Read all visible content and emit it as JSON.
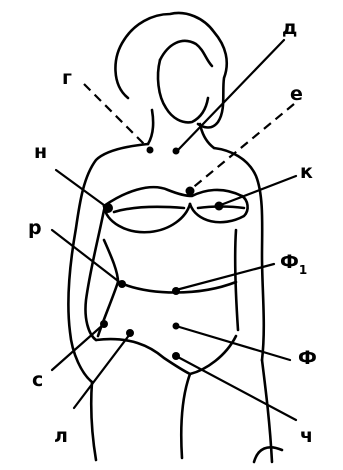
{
  "labels": {
    "g": "г",
    "d": "д",
    "e": "е",
    "n": "н",
    "k": "к",
    "r": "р",
    "f1_main": "Ф",
    "f1_sub": "1",
    "s": "с",
    "f": "Ф",
    "l": "л",
    "ch": "ч"
  }
}
